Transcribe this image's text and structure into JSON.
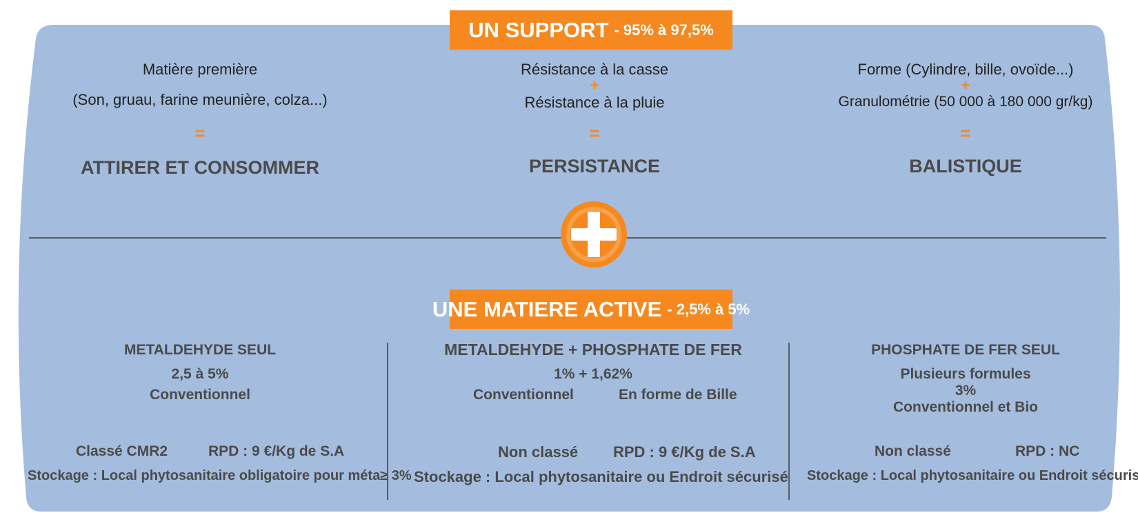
{
  "colors": {
    "panel": "#a4bcdd",
    "accent_orange": "#f5891f",
    "text_dark": "#222222",
    "text_grey": "#4a4a4a",
    "divider": "#555c66"
  },
  "support": {
    "banner_main": "UN SUPPORT",
    "banner_sub": "- 95% à 97,5%",
    "columns": [
      {
        "line1": "Matière première",
        "line2": "(Son, gruau, farine meunière, colza...)",
        "equals": "=",
        "concept": "ATTIRER ET CONSOMMER"
      },
      {
        "line1": "Résistance à la casse",
        "plus": "+",
        "line2": "Résistance à la pluie",
        "equals": "=",
        "concept": "PERSISTANCE"
      },
      {
        "line1": "Forme (Cylindre, bille, ovoïde...)",
        "plus": "+",
        "line2": "Granulométrie (50 000 à 180 000 gr/kg)",
        "equals": "=",
        "concept": "BALISTIQUE"
      }
    ]
  },
  "plus_icon": "plus-icon",
  "active": {
    "banner_main": "UNE MATIERE ACTIVE",
    "banner_sub": "- 2,5% à 5%",
    "columns": [
      {
        "title": "METALDEHYDE SEUL",
        "dose": "2,5 à 5%",
        "type": "Conventionnel",
        "class": "Classé CMR2",
        "rpd": "RPD : 9 €/Kg de S.A",
        "storage": "Stockage : Local phytosanitaire obligatoire pour méta≥ 3%"
      },
      {
        "title": "METALDEHYDE + PHOSPHATE DE FER",
        "dose": "1% + 1,62%",
        "type": "Conventionnel",
        "type2": "En forme de Bille",
        "class": "Non classé",
        "rpd": "RPD : 9 €/Kg de S.A",
        "storage": "Stockage : Local phytosanitaire ou Endroit sécurisé"
      },
      {
        "title": "PHOSPHATE DE FER SEUL",
        "formulas": "Plusieurs formules",
        "dose": "3%",
        "type": "Conventionnel et Bio",
        "class": "Non classé",
        "rpd": "RPD : NC",
        "storage": "Stockage : Local phytosanitaire ou Endroit sécurisé"
      }
    ]
  }
}
